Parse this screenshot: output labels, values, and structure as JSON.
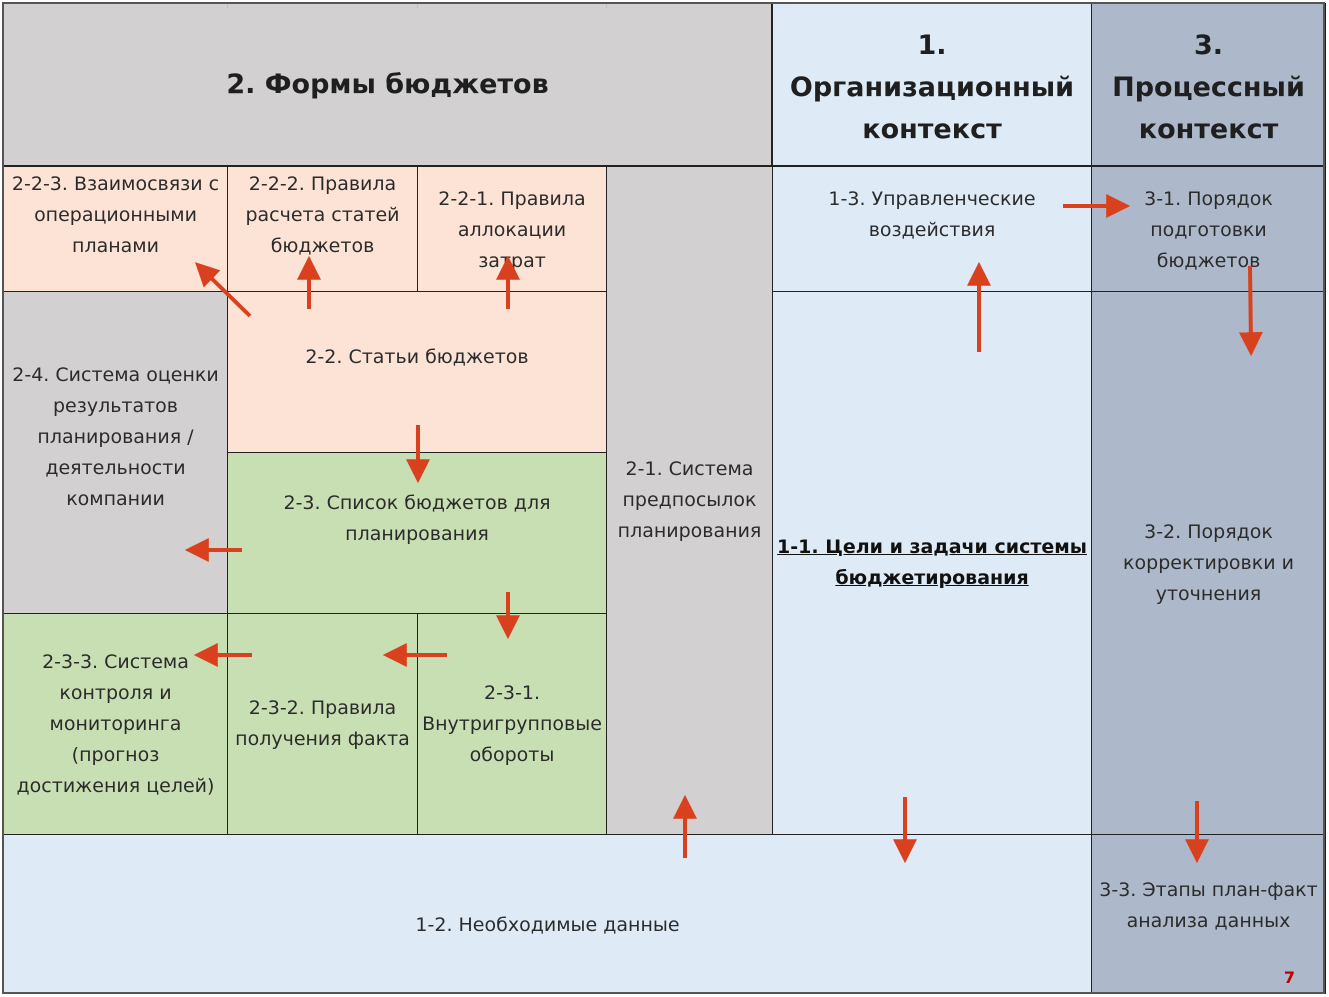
{
  "headers": {
    "forms": "2. Формы бюджетов",
    "org_context": "1. Организационный контекст",
    "process_context": "3. Процессный контекст"
  },
  "cells": {
    "c223": "2-2-3. Взаимосвязи с операционными планами",
    "c222": "2-2-2. Правила расчета статей бюджетов",
    "c221": "2-2-1. Правила аллокации затрат",
    "c21": "2-1. Система предпосылок планирования",
    "c13": "1-3. Управленческие воздействия",
    "c31": "3-1. Порядок подготовки бюджетов",
    "c24": "2-4. Система оценки результатов планирования / деятельности компании",
    "c22": "2-2. Статьи бюджетов",
    "c23": "2-3. Список бюджетов для планирования",
    "c11": "1-1. Цели и задачи системы бюджетирования",
    "c32": "3-2. Порядок корректировки и уточнения",
    "c233": "2-3-3. Система контроля и мониторинга (прогноз достижения целей)",
    "c232": "2-3-2. Правила получения факта",
    "c231": "2-3-1. Внутригрупповые обороты",
    "c12": "1-2. Необходимые данные",
    "c33": "3-3. Этапы план-факт анализа данных"
  },
  "page_number": "7",
  "colors": {
    "gray": "#d2d0d1",
    "peach": "#fce3d6",
    "green": "#c8dfb4",
    "light_blue": "#deebf7",
    "slate": "#adb9ca",
    "arrow": "#d9411e"
  }
}
